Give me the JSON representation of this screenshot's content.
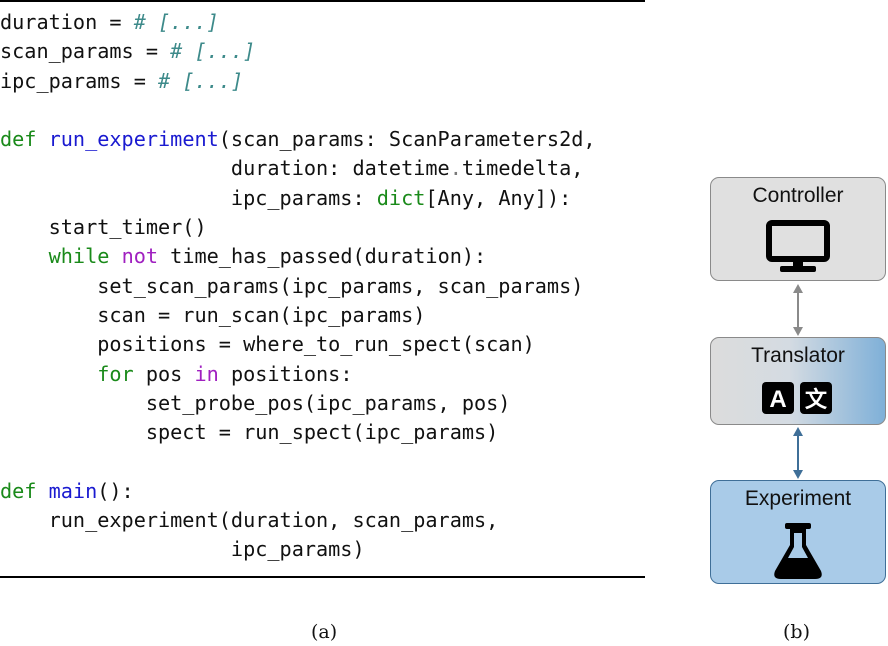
{
  "code_panel": {
    "lines": [
      [
        {
          "t": "duration = ",
          "c": ""
        },
        {
          "t": "# [...]",
          "c": "cm"
        }
      ],
      [
        {
          "t": "scan_params = ",
          "c": ""
        },
        {
          "t": "# [...]",
          "c": "cm"
        }
      ],
      [
        {
          "t": "ipc_params = ",
          "c": ""
        },
        {
          "t": "# [...]",
          "c": "cm"
        }
      ],
      [],
      [
        {
          "t": "def ",
          "c": "kw"
        },
        {
          "t": "run_experiment",
          "c": "fn"
        },
        {
          "t": "(scan_params: ScanParameters2d,",
          "c": ""
        }
      ],
      [
        {
          "t": "                   duration: datetime",
          "c": ""
        },
        {
          "t": ".",
          "c": "op"
        },
        {
          "t": "timedelta,",
          "c": ""
        }
      ],
      [
        {
          "t": "                   ipc_params: ",
          "c": ""
        },
        {
          "t": "dict",
          "c": "kw"
        },
        {
          "t": "[Any, Any]):",
          "c": ""
        }
      ],
      [
        {
          "t": "    start_timer()",
          "c": ""
        }
      ],
      [
        {
          "t": "    ",
          "c": ""
        },
        {
          "t": "while",
          "c": "kw"
        },
        {
          "t": " ",
          "c": ""
        },
        {
          "t": "not",
          "c": "kw2"
        },
        {
          "t": " time_has_passed(duration):",
          "c": ""
        }
      ],
      [
        {
          "t": "        set_scan_params(ipc_params, scan_params)",
          "c": ""
        }
      ],
      [
        {
          "t": "        scan = run_scan(ipc_params)",
          "c": ""
        }
      ],
      [
        {
          "t": "        positions = where_to_run_spect(scan)",
          "c": ""
        }
      ],
      [
        {
          "t": "        ",
          "c": ""
        },
        {
          "t": "for",
          "c": "kw"
        },
        {
          "t": " pos ",
          "c": ""
        },
        {
          "t": "in",
          "c": "kw2"
        },
        {
          "t": " positions:",
          "c": ""
        }
      ],
      [
        {
          "t": "            set_probe_pos(ipc_params, pos)",
          "c": ""
        }
      ],
      [
        {
          "t": "            spect = run_spect(ipc_params)",
          "c": ""
        }
      ],
      [],
      [
        {
          "t": "def ",
          "c": "kw"
        },
        {
          "t": "main",
          "c": "fn"
        },
        {
          "t": "():",
          "c": ""
        }
      ],
      [
        {
          "t": "    run_experiment(duration, scan_params,",
          "c": ""
        }
      ],
      [
        {
          "t": "                   ipc_params)",
          "c": ""
        }
      ]
    ],
    "caption": "(a)"
  },
  "diagram": {
    "controller": {
      "label": "Controller",
      "icon": "monitor-icon"
    },
    "translator": {
      "label": "Translator",
      "icon": "translate-icon",
      "glyph_a": "A",
      "glyph_b": "文"
    },
    "experiment": {
      "label": "Experiment",
      "icon": "flask-icon"
    },
    "arrow_colors": {
      "upper": "#8a8a8a",
      "lower": "#3f6f98"
    },
    "caption": "(b)"
  }
}
